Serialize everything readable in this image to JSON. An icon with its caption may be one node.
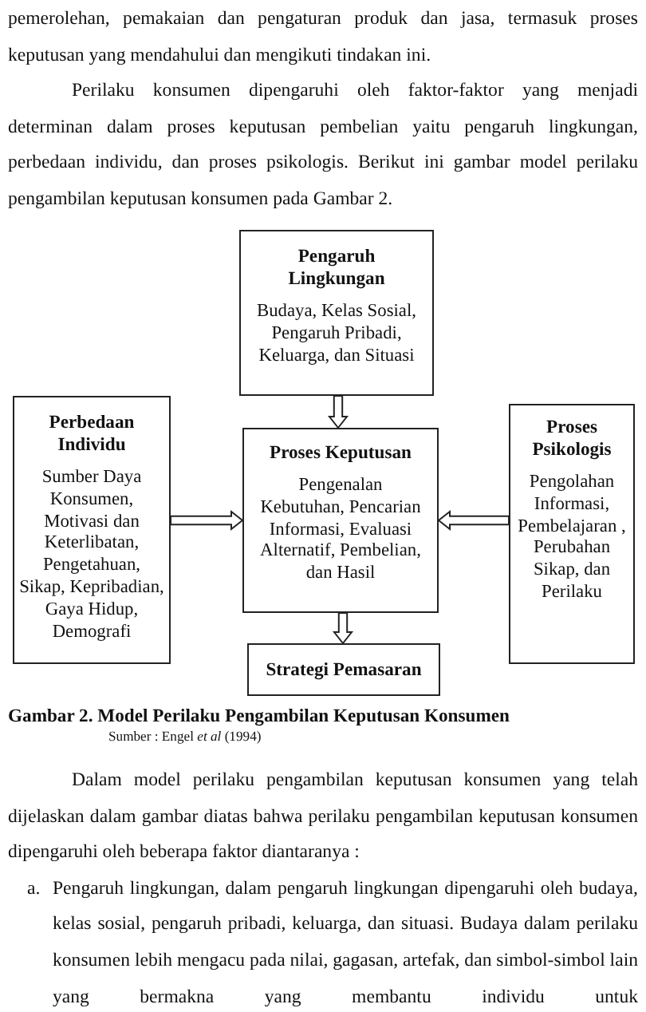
{
  "diagram": {
    "caption": "Gambar 2. Model Perilaku Pengambilan Keputusan Konsumen",
    "nodes": [
      {
        "text": [
          "Pengaruh Lingkungan",
          "Budaya, Kelas Sosial, Pengaruh Pribadi, Keluarga, dan Situasi"
        ]
      },
      {
        "text": [
          "Perbedaan Individu",
          "Sumber Daya Konsumen, Motivasi dan Keterlibatan, Pengetahuan, Sikap, Kepribadian, Gaya Hidup, Demografi"
        ]
      },
      {
        "text": [
          "Proses Keputusan",
          "Pengenalan Kebutuhan, Pencarian Informasi, Evaluasi Alternatif, Pembelian, dan Hasil"
        ]
      },
      {
        "text": [
          "Proses Psikologis",
          "Pengolahan Informasi, Pembelajaran , Perubahan Sikap, dan Perilaku"
        ]
      },
      {
        "text": [
          "Strategi Pemasaran"
        ]
      }
    ],
    "edges": [
      {
        "from": 0,
        "to": 2,
        "arrow": "to"
      },
      {
        "from": 1,
        "to": 2,
        "arrow": "to"
      },
      {
        "from": 3,
        "to": 2,
        "arrow": "to"
      },
      {
        "from": 2,
        "to": 4,
        "arrow": "to"
      }
    ],
    "labels": [
      "pemerolehan, pemakaian dan pengaturan produk dan jasa, termasuk proses keputusan yang mendahului dan mengikuti tindakan ini.",
      "Perilaku konsumen dipengaruhi oleh faktor-faktor yang menjadi determinan dalam proses keputusan pembelian yaitu pengaruh lingkungan, perbedaan individu, dan proses psikologis. Berikut ini gambar model perilaku pengambilan keputusan konsumen pada Gambar 2.",
      "Sumber : Engel *et al* (1994)",
      "Dalam model perilaku pengambilan keputusan konsumen yang telah dijelaskan dalam gambar diatas bahwa perilaku pengambilan keputusan konsumen dipengaruhi oleh beberapa faktor diantaranya :",
      "a.",
      "Pengaruh lingkungan, dalam pengaruh lingkungan dipengaruhi oleh budaya, kelas sosial, pengaruh pribadi, keluarga, dan situasi. Budaya dalam perilaku konsumen lebih mengacu pada nilai, gagasan, artefak, dan simbol-simbol lain yang bermakna yang membantu individu untuk"
    ]
  }
}
